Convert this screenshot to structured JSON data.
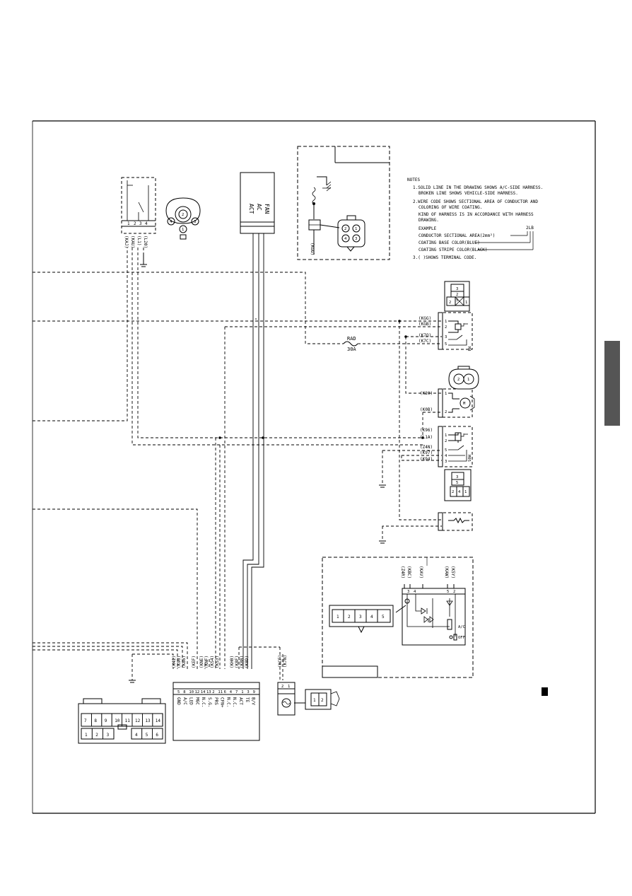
{
  "notes": {
    "title": "NOTES",
    "lines": [
      "1.SOLID LINE IN THE DRAWING SHOWS A/C-SIDE HARNESS.",
      "BROKEN LINE SHOWS VEHICLE-SIDE HARNESS.",
      "2.WIRE CODE SHOWS SECTIONAL AREA OF CONDUCTOR AND",
      "COLORING OF WIRE COATING.",
      "KIND OF HARNESS IS IN ACCORDANCE WITH HARNESS",
      "DRAWING.",
      "EXAMPLE",
      "CONDUCTOR SECTIONAL AREA(2mm²)",
      "COATING BASE COLOR(BLUE)",
      "COATING STRIPE COLOR(BLACK)",
      "3.( )SHOWS TERMINAL CODE."
    ],
    "example_code": "2LB"
  },
  "act_box": {
    "labels": [
      "ACT",
      "AC",
      "FAN"
    ]
  },
  "top_switch": {
    "pins": [
      "1",
      "2",
      "3",
      "4"
    ],
    "wires": [
      "(KAJ)",
      "(KAU)",
      "(L1)",
      "(L20)"
    ],
    "connector_pins": [
      "2",
      "4",
      "3",
      "1"
    ]
  },
  "top_inset": {
    "wire": "(KGG)",
    "connector_pins": [
      "2",
      "1",
      "4",
      "3"
    ]
  },
  "relay1": {
    "wires": [
      "(KGG)",
      "(KGB)",
      "(K7O)",
      "(K7C)"
    ],
    "pins": [
      "1",
      "2",
      "3",
      "5"
    ],
    "tag": "M4",
    "fuse_label": "RAD",
    "fuse_rating": "30A",
    "socket_pins": [
      "3",
      "2",
      "5",
      "2",
      "1"
    ]
  },
  "motor": {
    "wires": [
      "(K20)",
      "(K0B)"
    ],
    "pins": [
      "1",
      "2"
    ],
    "connector_pins": [
      "2",
      "1"
    ]
  },
  "relay2": {
    "wires": [
      "(K96)",
      "(L1A)",
      "(Z4N)",
      "(K97)",
      "(K94)"
    ],
    "pins": [
      "1",
      "2",
      "5",
      "4",
      "3"
    ],
    "tag": "M05",
    "socket_pins": [
      "3",
      "5",
      "2",
      "4",
      "1"
    ]
  },
  "control_panel": {
    "wires": [
      "(Z4R)",
      "(KBC)",
      "(KAV)",
      "(KAW)",
      "(K5Y)"
    ],
    "pins": [
      "3",
      "4",
      "5",
      "2"
    ],
    "connector_pins": [
      "1",
      "2",
      "3",
      "4",
      "5"
    ],
    "labels": [
      "A/C",
      "OFF"
    ]
  },
  "ecu": {
    "wires_left": [
      "(K42)",
      "(K90)",
      "(K86)",
      "(KEF)"
    ],
    "wires_mid": [
      "(KNE)",
      "(KNF)",
      "(KS4)",
      "(KS3)"
    ],
    "wires_right": [
      "(KH0)",
      "(K8F)",
      "(K8B)",
      "(K8D)"
    ],
    "pins": [
      "5",
      "8",
      "10",
      "12",
      "14",
      "13",
      "2",
      "11",
      "6",
      "4",
      "7",
      "1",
      "3",
      "9"
    ],
    "signals": [
      "GND",
      "A/C",
      "LED",
      "MGC",
      "N.C.",
      "S.G.",
      "PRS",
      "CFN+",
      "N.C.",
      "N.C.",
      "ACT",
      "TE",
      "B/V"
    ],
    "connector_top": [
      "7",
      "8",
      "9",
      "10",
      "11",
      "12",
      "13",
      "14"
    ],
    "connector_bottom": [
      "1",
      "2",
      "3",
      "4",
      "5",
      "6"
    ]
  },
  "small_conn": {
    "wires": [
      "(KCF)",
      "(K7N)"
    ],
    "pins": [
      "2",
      "1"
    ],
    "plug_pins": [
      "1",
      "2"
    ]
  }
}
